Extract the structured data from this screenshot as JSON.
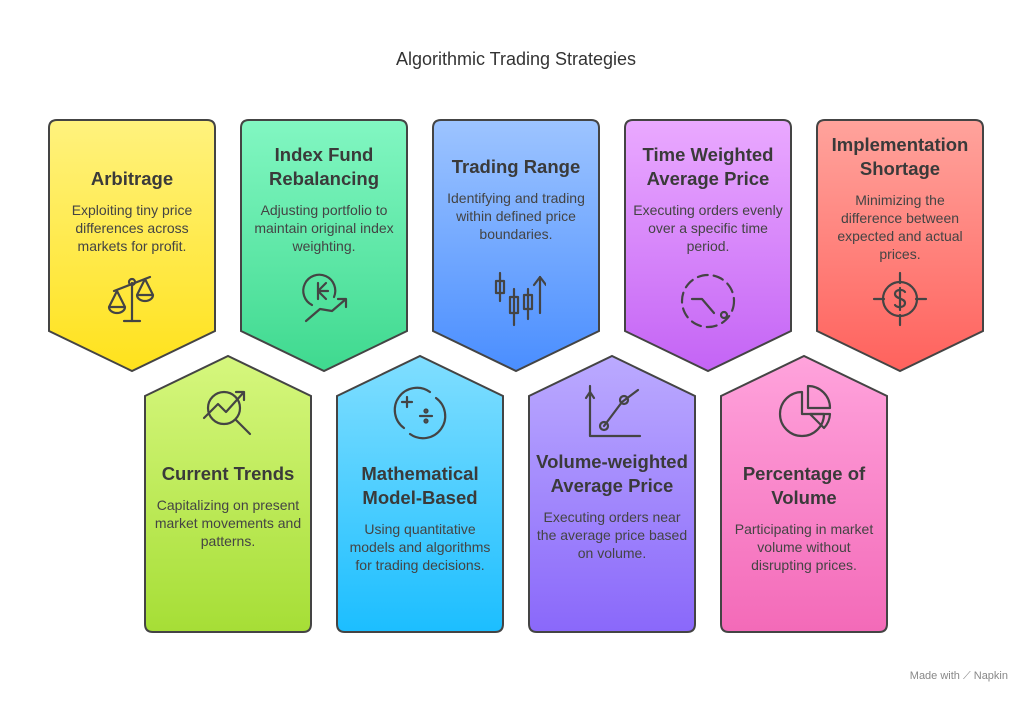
{
  "title": "Algorithmic Trading Strategies",
  "cards": [
    {
      "title": "Arbitrage",
      "desc": "Exploiting tiny price differences across markets for profit.",
      "icon": "balance-scale-icon",
      "c1": "#FFF27E",
      "c2": "#FFE21C"
    },
    {
      "title": "Index Fund Rebalancing",
      "desc": "Adjusting portfolio to maintain original index weighting.",
      "icon": "index-growth-icon",
      "c1": "#82F7C2",
      "c2": "#3FD98F"
    },
    {
      "title": "Trading Range",
      "desc": "Identifying and trading within defined price boundaries.",
      "icon": "candlestick-icon",
      "c1": "#9DC4FF",
      "c2": "#4A8EFF"
    },
    {
      "title": "Time Weighted Average Price",
      "desc": "Executing orders evenly over a specific time period.",
      "icon": "clock-dashed-icon",
      "c1": "#EAA9FF",
      "c2": "#C464F5"
    },
    {
      "title": "Implementation Shortage",
      "desc": "Minimizing the difference between expected and actual prices.",
      "icon": "dollar-target-icon",
      "c1": "#FFA39C",
      "c2": "#FF625D"
    },
    {
      "title": "Current Trends",
      "desc": "Capitalizing on present market movements and patterns.",
      "icon": "trend-search-icon",
      "c1": "#D6F77E",
      "c2": "#A6DE36"
    },
    {
      "title": "Mathematical Model-Based",
      "desc": "Using quantitative models and algorithms for trading decisions.",
      "icon": "math-cycle-icon",
      "c1": "#80DEFF",
      "c2": "#1CBEFF"
    },
    {
      "title": "Volume-weighted Average Price",
      "desc": "Executing orders near the average price based on volume.",
      "icon": "line-graph-icon",
      "c1": "#BBAAFF",
      "c2": "#8A68FA"
    },
    {
      "title": "Percentage of Volume",
      "desc": "Participating in market volume without disrupting prices.",
      "icon": "pie-chart-icon",
      "c1": "#FFA3DC",
      "c2": "#F36AB8"
    }
  ],
  "footer": {
    "made_with": "Made with",
    "brand": "Napkin"
  }
}
